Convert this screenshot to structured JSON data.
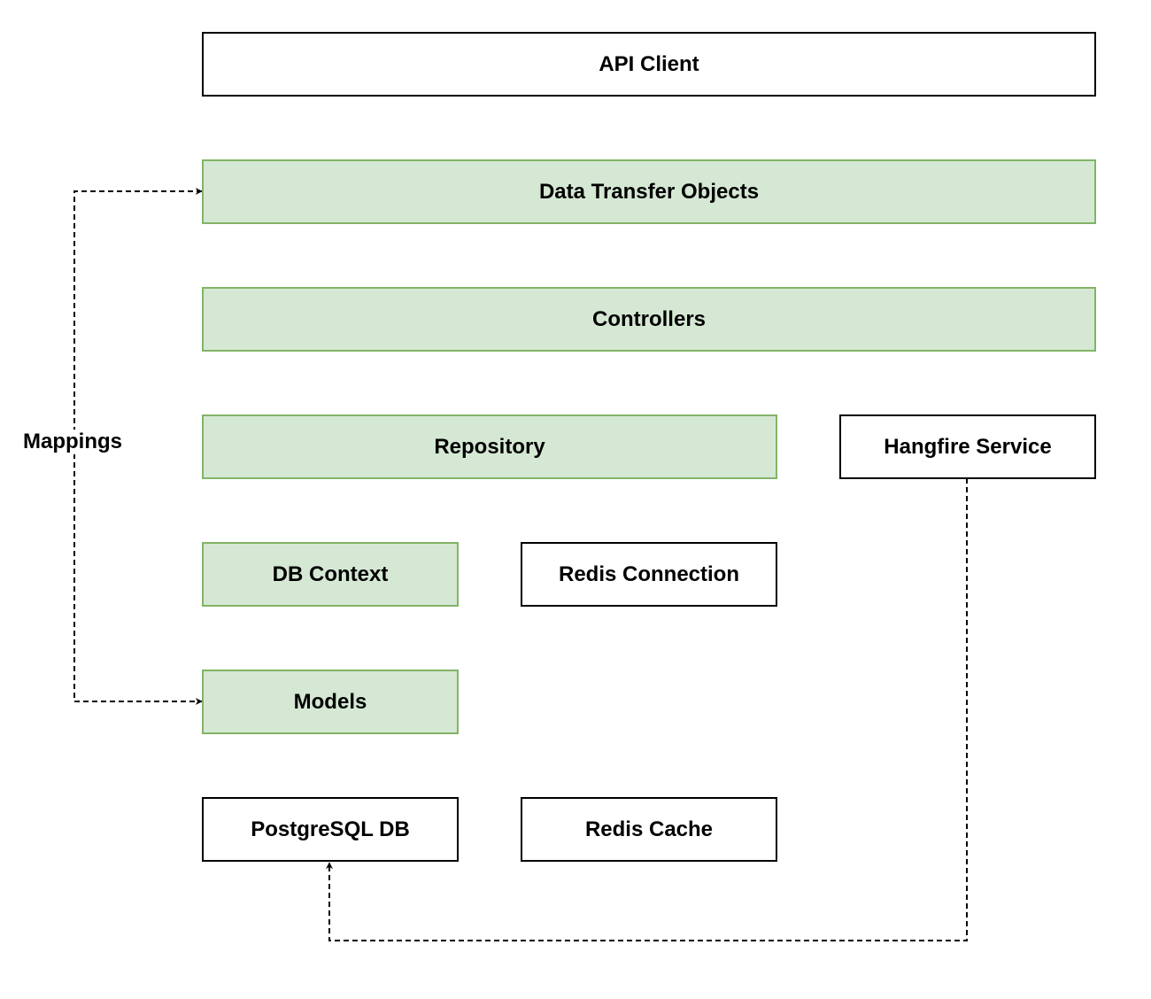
{
  "diagram": {
    "boxes": {
      "api_client": "API Client",
      "dto": "Data Transfer Objects",
      "controllers": "Controllers",
      "repository": "Repository",
      "hangfire": "Hangfire Service",
      "db_context": "DB Context",
      "redis_connection": "Redis Connection",
      "models": "Models",
      "postgres": "PostgreSQL DB",
      "redis_cache": "Redis Cache"
    },
    "edge_labels": {
      "mappings": "Mappings"
    },
    "colors": {
      "green_fill": "#d5e8d4",
      "green_stroke": "#82b366",
      "white_fill": "#ffffff",
      "black_stroke": "#000000"
    }
  }
}
